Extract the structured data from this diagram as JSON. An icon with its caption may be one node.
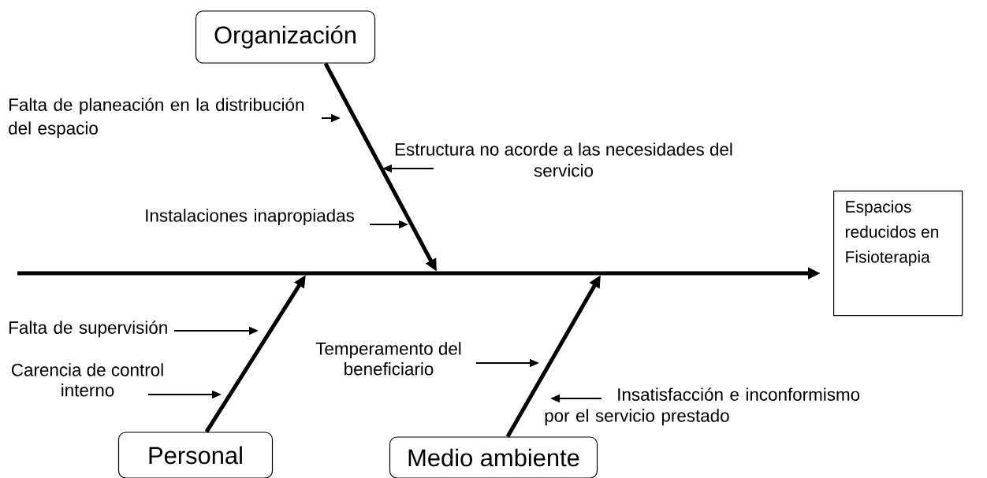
{
  "diagram": {
    "nodes": [
      {
        "text": [
          "Organización"
        ]
      },
      {
        "text": [
          "Personal"
        ]
      },
      {
        "text": [
          "Medio ambiente"
        ]
      },
      {
        "text": [
          "Espacios reducidos en Fisioterapia"
        ]
      },
      {
        "text": [
          "Falta de planeación en la distribución del espacio"
        ]
      },
      {
        "text": [
          "Estructura no acorde a las necesidades del servicio"
        ]
      },
      {
        "text": [
          "Instalaciones inapropiadas"
        ]
      },
      {
        "text": [
          "Falta de supervisión"
        ]
      },
      {
        "text": [
          "Carencia de control interno"
        ]
      },
      {
        "text": [
          "Temperamento del beneficiario"
        ]
      },
      {
        "text": [
          "Insatisfacción e inconformismo por el servicio prestado"
        ]
      }
    ],
    "edges": [
      {
        "from": null,
        "to": 3,
        "arrow": "to",
        "style": "thick"
      },
      {
        "from": 0,
        "to": null,
        "arrow": "to",
        "style": "thick"
      },
      {
        "from": 1,
        "to": null,
        "arrow": "to",
        "style": "thick"
      },
      {
        "from": 2,
        "to": null,
        "arrow": "to",
        "style": "thick"
      },
      {
        "from": 4,
        "to": null,
        "arrow": "to"
      },
      {
        "from": 5,
        "to": null,
        "arrow": "to"
      },
      {
        "from": 6,
        "to": null,
        "arrow": "to"
      },
      {
        "from": 7,
        "to": null,
        "arrow": "to"
      },
      {
        "from": 8,
        "to": null,
        "arrow": "to"
      },
      {
        "from": 9,
        "to": null,
        "arrow": "to"
      },
      {
        "from": 10,
        "to": null,
        "arrow": "to"
      }
    ]
  }
}
